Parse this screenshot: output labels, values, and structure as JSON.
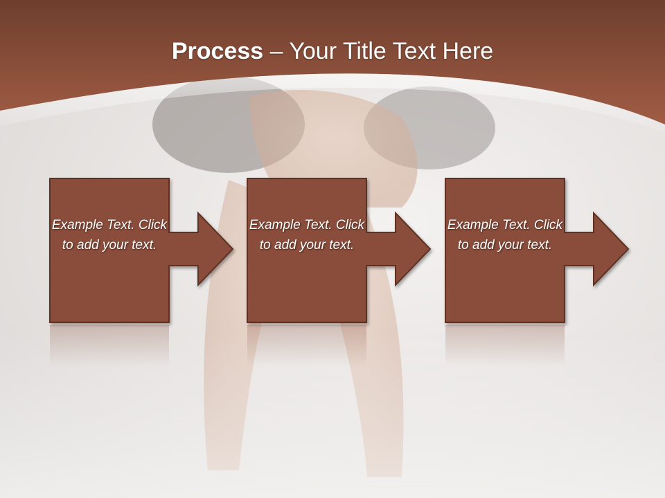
{
  "slide": {
    "title_bold": "Process",
    "title_rest": " – Your Title Text Here",
    "colors": {
      "header_dark": "#6e3f2e",
      "header_light": "#a15c44",
      "box_fill": "#8b4e3b",
      "box_stroke": "#5d3022"
    },
    "steps": [
      {
        "text": "Example Text. Click  to add your text."
      },
      {
        "text": "Example Text. Click  to add your text."
      },
      {
        "text": "Example Text. Click  to add your text."
      }
    ]
  }
}
